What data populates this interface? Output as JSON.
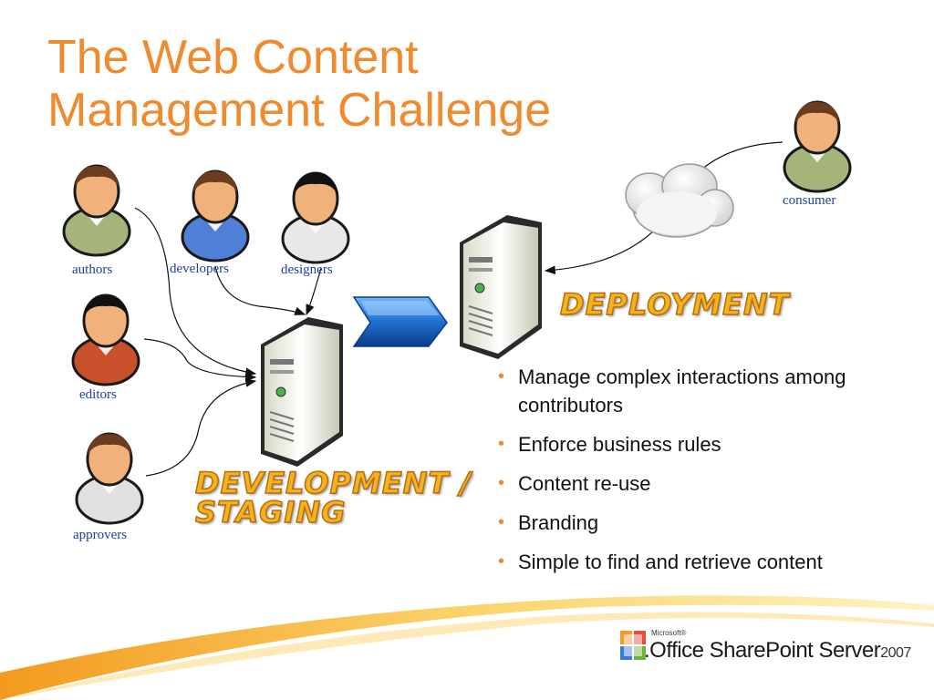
{
  "slide": {
    "title_lines": [
      "The Web Content",
      "Management Challenge"
    ]
  },
  "diagram": {
    "people": {
      "authors": "authors",
      "developers": "developers",
      "designers": "designers",
      "editors": "editors",
      "approvers": "approvers",
      "consumer": "consumer"
    },
    "stages": {
      "dev_line1": "DEVELOPMENT /",
      "dev_line2": "STAGING",
      "deployment": "DEPLOYMENT"
    }
  },
  "bullets": [
    "Manage complex interactions among contributors",
    "Enforce business rules",
    "Content re-use",
    "Branding",
    "Simple to find and retrieve content"
  ],
  "bullet_glyph": "•",
  "logo": {
    "microsoft": "Microsoft®",
    "product": ".Office SharePoint Server",
    "year": "2007"
  },
  "colors": {
    "title": "#f08a2e",
    "label": "#1f3f9f",
    "stage": "#f3b320",
    "arrow": "#1f6fd0"
  },
  "icons": [
    "person-icon",
    "server-icon",
    "cloud-icon",
    "arrow-icon",
    "office-logo-icon"
  ]
}
